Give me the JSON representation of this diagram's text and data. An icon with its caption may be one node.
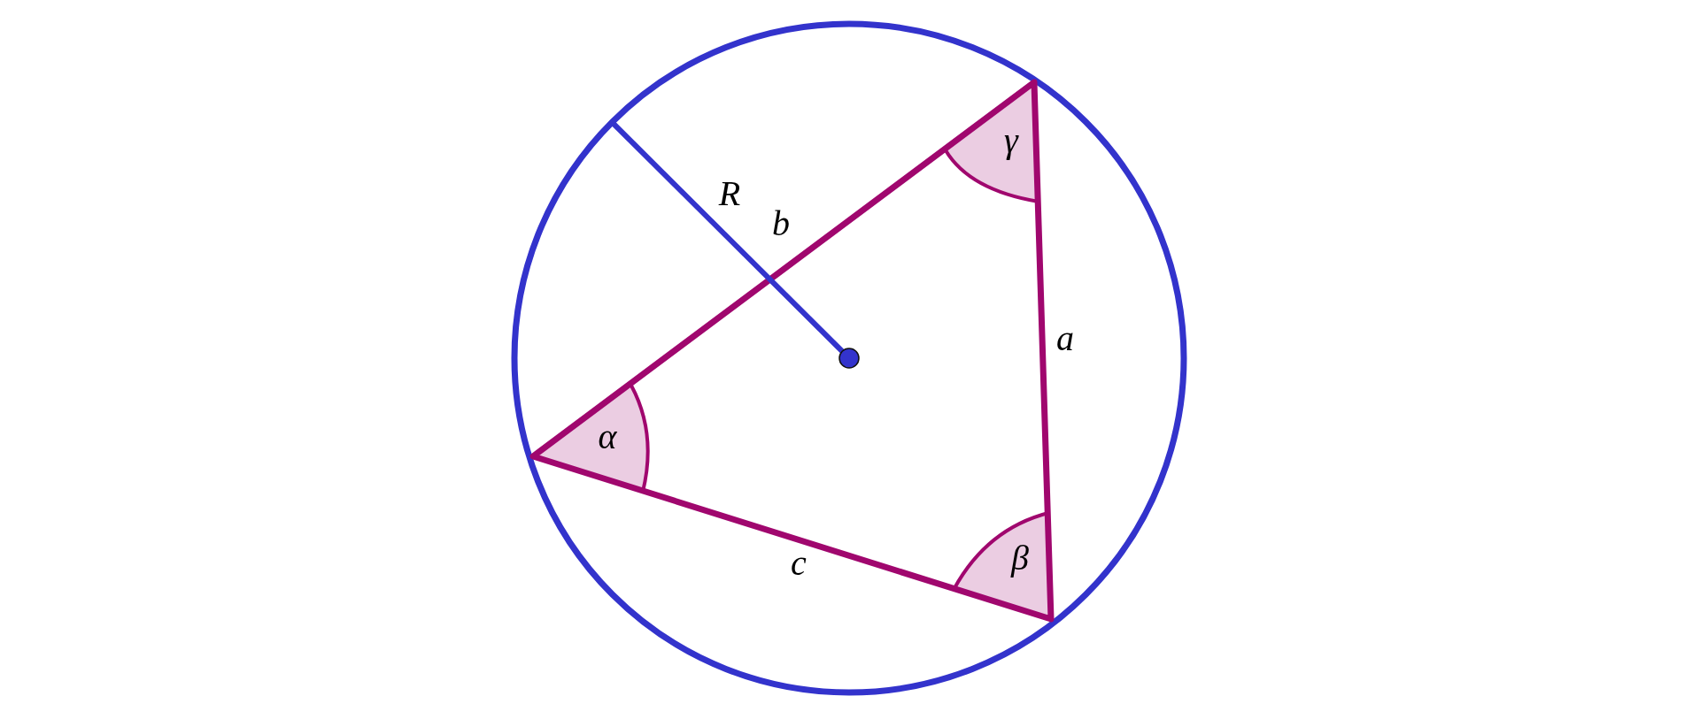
{
  "diagram": {
    "labels": [
      "γ",
      "R",
      "b",
      "a",
      "α",
      "β",
      "c"
    ]
  }
}
